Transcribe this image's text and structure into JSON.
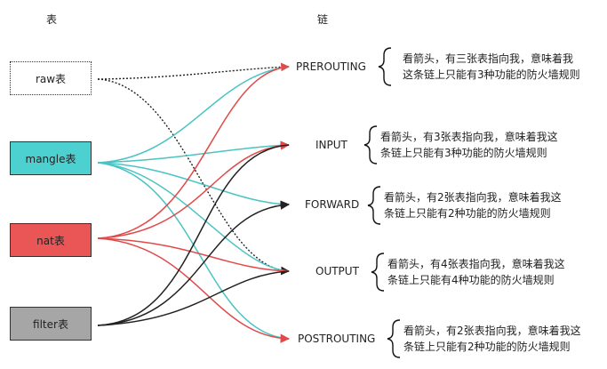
{
  "headers": {
    "tables": "表",
    "chains": "链"
  },
  "tables": [
    {
      "label": "raw表",
      "fill": "#ffffff",
      "style": "dotted"
    },
    {
      "label": "mangle表",
      "fill": "#4dd0d0",
      "style": "solid"
    },
    {
      "label": "nat表",
      "fill": "#ea5555",
      "style": "solid"
    },
    {
      "label": "filter表",
      "fill": "#a6a6a6",
      "style": "solid"
    }
  ],
  "chains": [
    {
      "label": "PREROUTING",
      "note_line1": "看箭头，有三张表指向我，意味着我",
      "note_line2": "这条链上只能有3种功能的防火墙规则"
    },
    {
      "label": "INPUT",
      "note_line1": "看箭头，有3张表指向我，意味着我这",
      "note_line2": "条链上只能有3种功能的防火墙规则"
    },
    {
      "label": "FORWARD",
      "note_line1": "看箭头，有2张表指向我，意味着我这",
      "note_line2": "条链上只能有2种功能的防火墙规则"
    },
    {
      "label": "OUTPUT",
      "note_line1": "看箭头，有4张表指向我，意味着我这",
      "note_line2": "条链上只能有4种功能的防火墙规则"
    },
    {
      "label": "POSTROUTING",
      "note_line1": "看箭头，有2张表指向我，意味着我这",
      "note_line2": "条链上只能有2种功能的防火墙规则"
    }
  ],
  "colors": {
    "raw": "#222222",
    "mangle": "#4cc3c3",
    "nat": "#e04a4a",
    "filter": "#222222"
  }
}
